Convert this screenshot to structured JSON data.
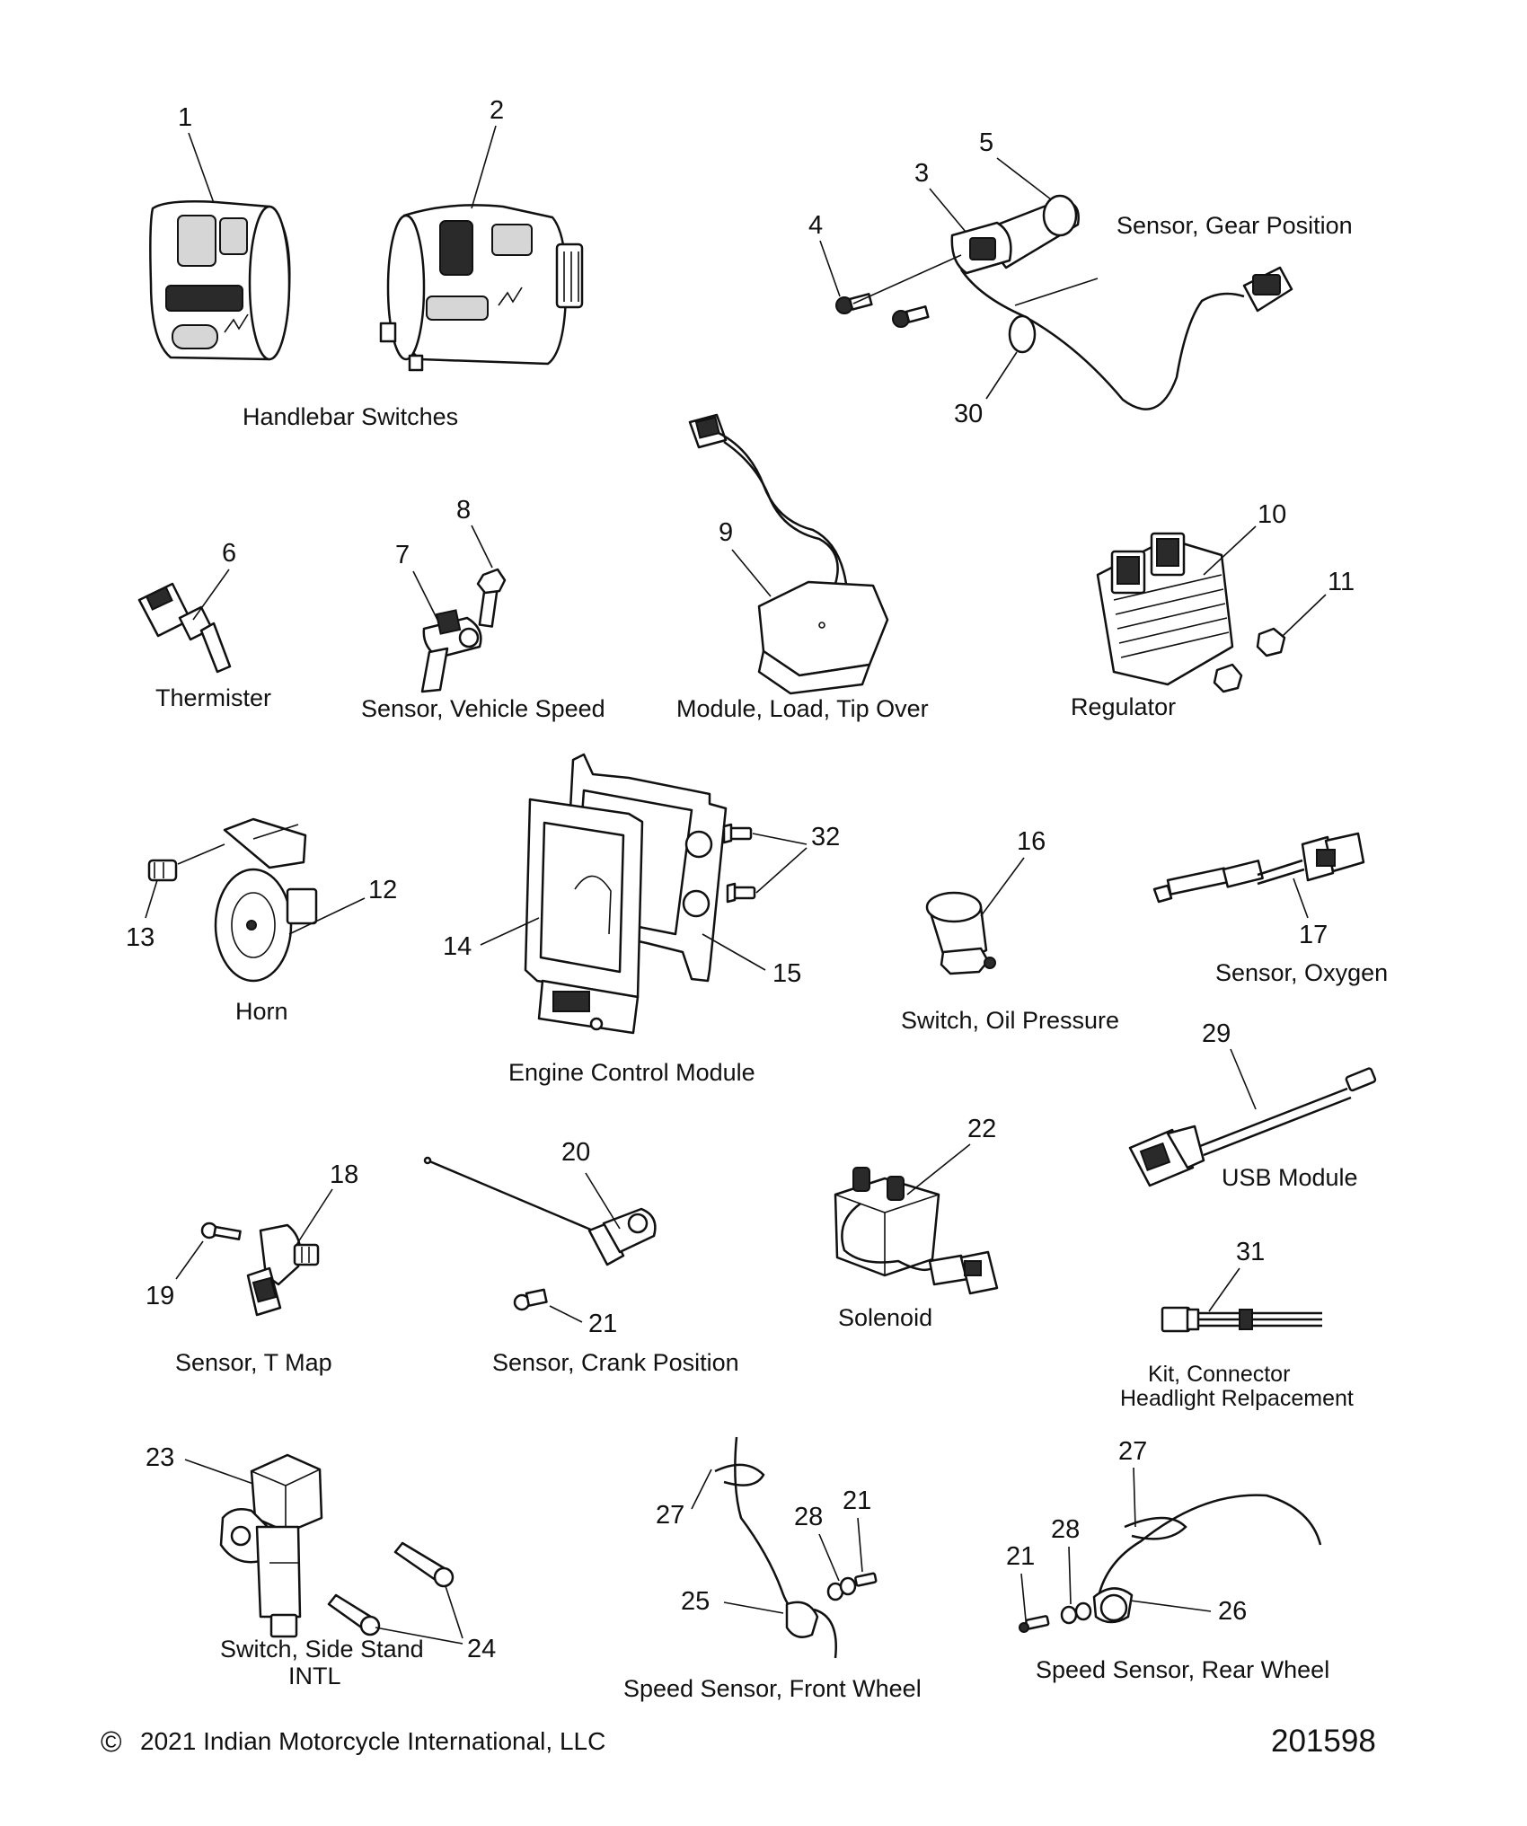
{
  "groups": [
    {
      "key": "handlebar",
      "label": "Handlebar Switches",
      "callouts": [
        "1",
        "2"
      ]
    },
    {
      "key": "gear",
      "label": "Sensor, Gear Position",
      "callouts": [
        "5",
        "3",
        "4",
        "30"
      ]
    },
    {
      "key": "thermister",
      "label": "Thermister",
      "callouts": [
        "6"
      ]
    },
    {
      "key": "vss",
      "label": "Sensor, Vehicle Speed",
      "callouts": [
        "8",
        "7"
      ]
    },
    {
      "key": "tipover",
      "label": "Module, Load, Tip Over",
      "callouts": [
        "9"
      ]
    },
    {
      "key": "regulator",
      "label": "Regulator",
      "callouts": [
        "10",
        "11"
      ]
    },
    {
      "key": "horn",
      "label": "Horn",
      "callouts": [
        "12",
        "13"
      ]
    },
    {
      "key": "ecm",
      "label": "Engine Control Module",
      "callouts": [
        "32",
        "14",
        "15"
      ]
    },
    {
      "key": "oil",
      "label": "Switch, Oil Pressure",
      "callouts": [
        "16"
      ]
    },
    {
      "key": "oxygen",
      "label": "Sensor, Oxygen",
      "callouts": [
        "17"
      ]
    },
    {
      "key": "usb",
      "label": "USB Module",
      "callouts": [
        "29"
      ]
    },
    {
      "key": "tmap",
      "label": "Sensor, T Map",
      "callouts": [
        "18",
        "19"
      ]
    },
    {
      "key": "crank",
      "label": "Sensor, Crank Position",
      "callouts": [
        "20",
        "21"
      ]
    },
    {
      "key": "solenoid",
      "label": "Solenoid",
      "callouts": [
        "22"
      ]
    },
    {
      "key": "connector",
      "label_line1": "Kit, Connector",
      "label_line2": "Headlight Relpacement",
      "callouts": [
        "31"
      ]
    },
    {
      "key": "sidestand",
      "label_line1": "Switch, Side Stand",
      "label_line2": "INTL",
      "callouts": [
        "23",
        "24"
      ]
    },
    {
      "key": "front_ws",
      "label": "Speed Sensor, Front Wheel",
      "callouts": [
        "27",
        "28",
        "21",
        "25"
      ]
    },
    {
      "key": "rear_ws",
      "label": "Speed Sensor, Rear Wheel",
      "callouts": [
        "27",
        "28",
        "21",
        "26"
      ]
    }
  ],
  "footer": {
    "copyright_symbol": "©",
    "copyright": "2021 Indian Motorcycle International, LLC",
    "drawing_number": "201598"
  }
}
